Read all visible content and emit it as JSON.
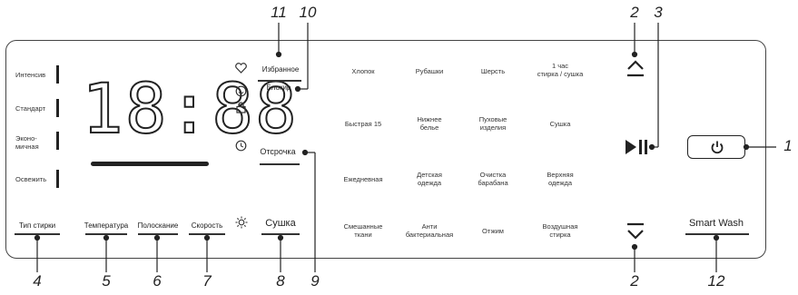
{
  "callouts": {
    "c11": "11",
    "c10": "10",
    "c2_top": "2",
    "c3": "3",
    "c1": "1",
    "c4": "4",
    "c5": "5",
    "c6": "6",
    "c7": "7",
    "c8": "8",
    "c9": "9",
    "c2_bottom": "2",
    "c12": "12"
  },
  "display": {
    "time": "18:88"
  },
  "intensity_levels": [
    "Интенсив",
    "Стандарт",
    "Эконо-\nмичная",
    "Освежить"
  ],
  "bottom_buttons": {
    "wash_type": "Тип стирки",
    "temperature": "Температура",
    "rinse": "Полоскание",
    "speed": "Скорость",
    "dry": "Сушка"
  },
  "top_buttons": {
    "favorite": "Избранное",
    "lock": "Блокир"
  },
  "delay_button": "Отсрочка",
  "programs": [
    "Хлопок",
    "Рубашки",
    "Шерсть",
    "1 час\nстирка / сушка",
    "Быстрая 15",
    "Нижнее\nбелье",
    "Пуховые\nизделия",
    "Сушка",
    "Ежедневная",
    "Детская\nодежда",
    "Очистка\nбарабана",
    "Верхняя\nодежда",
    "Смешанные\nткани",
    "Анти\nбактериальная",
    "Отжим",
    "Воздушная\nстирка"
  ],
  "smart_wash": "Smart Wash",
  "icons": [
    "heart-icon",
    "smiley-icon",
    "lock-icon",
    "clock-icon",
    "sun-icon",
    "up-arrow-icon",
    "down-arrow-icon",
    "play-pause-icon",
    "power-icon"
  ]
}
